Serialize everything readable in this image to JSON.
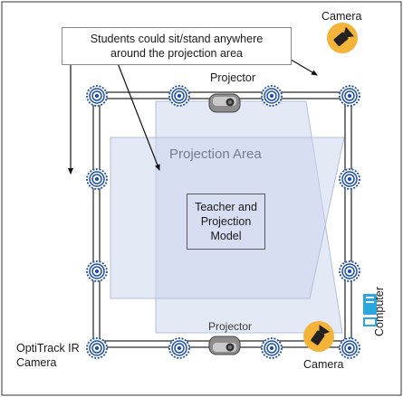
{
  "callout": {
    "line1": "Students could sit/stand anywhere",
    "line2": "around the projection area"
  },
  "projection_area": {
    "label": "Projection Area"
  },
  "center_box": {
    "line1": "Teacher and",
    "line2": "Projection",
    "line3": "Model"
  },
  "labels": {
    "camera_top": "Camera",
    "camera_bottom": "Camera",
    "projector_top": "Projector",
    "projector_bottom": "Projector",
    "optitrack": "OptiTrack IR Camera",
    "computer": "Computer"
  },
  "icons": {
    "ir_camera": "optitrack-ir-camera-icon",
    "video_camera": "video-camera-icon",
    "projector": "projector-icon",
    "computer": "computer-icon"
  },
  "colors": {
    "projection_fill": "#dbe3f3",
    "ir_camera_blue": "#1f4fa8",
    "camera_badge": "#f4b43a",
    "computer_cyan": "#29a8e0",
    "truss": "#333333"
  }
}
